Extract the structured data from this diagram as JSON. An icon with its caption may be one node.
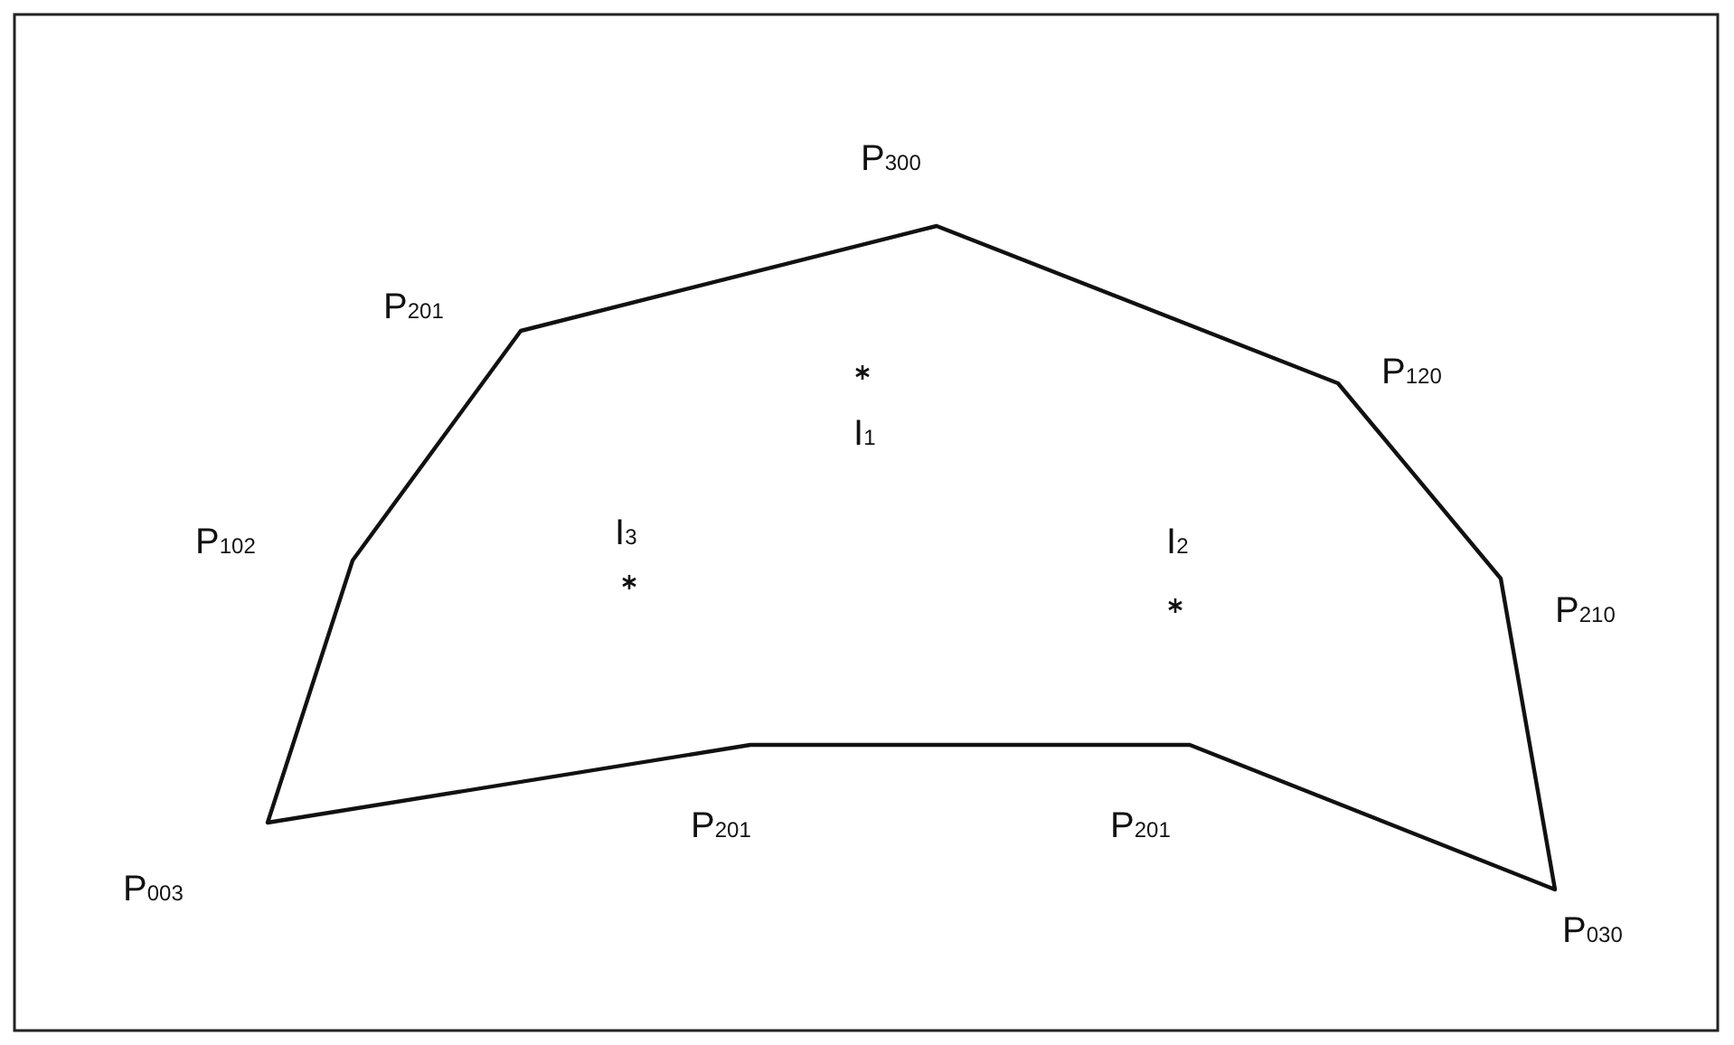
{
  "diagram": {
    "labels": [
      "P$_{300}$",
      "P$_{201}$",
      "P$_{120}$",
      "I$_{1}$",
      "P$_{102}$",
      "I$_{3}$",
      "I$_{2}$",
      "P$_{210}$",
      "P$_{201}$",
      "P$_{201}$",
      "P$_{003}$",
      "P$_{030}$"
    ]
  }
}
